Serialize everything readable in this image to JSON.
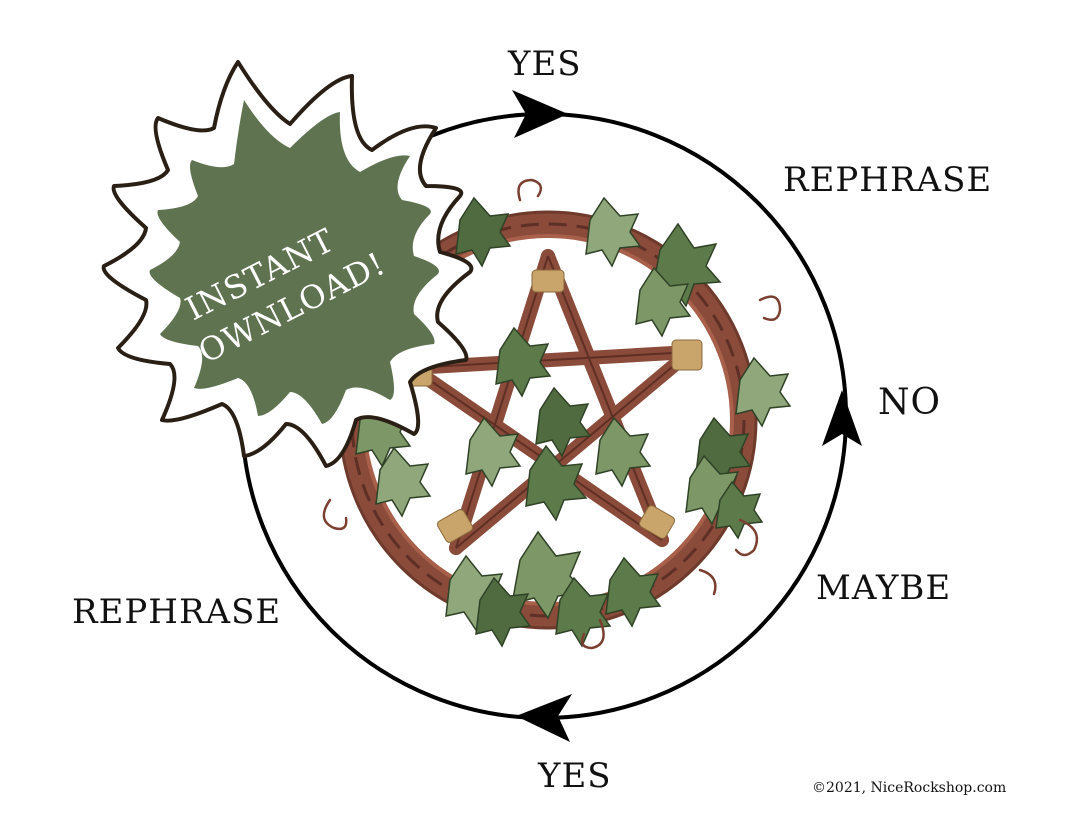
{
  "labels": {
    "yes_top": "YES",
    "rephrase_right": "REPHRASE",
    "no": "NO",
    "maybe": "MAYBE",
    "rephrase_left": "REPHRASE",
    "yes_bottom": "YES"
  },
  "badge": {
    "line1": "INSTANT",
    "line2": "DOWNLOAD!",
    "fill_color": "#5f7351",
    "ring_color": "#ffffff",
    "outline_color": "#2a1f14"
  },
  "copyright": "©2021, NiceRockshop.com",
  "icons": [
    "arrow-top-icon",
    "arrow-right-icon",
    "arrow-bottom-icon",
    "pentacle-wreath-icon",
    "starburst-icon"
  ],
  "colors": {
    "wood": "#8a4b3a",
    "wood_dark": "#5e2f24",
    "ivy_dark": "#4f6b3f",
    "ivy_light": "#8fa77a",
    "binding": "#c9a46b"
  }
}
